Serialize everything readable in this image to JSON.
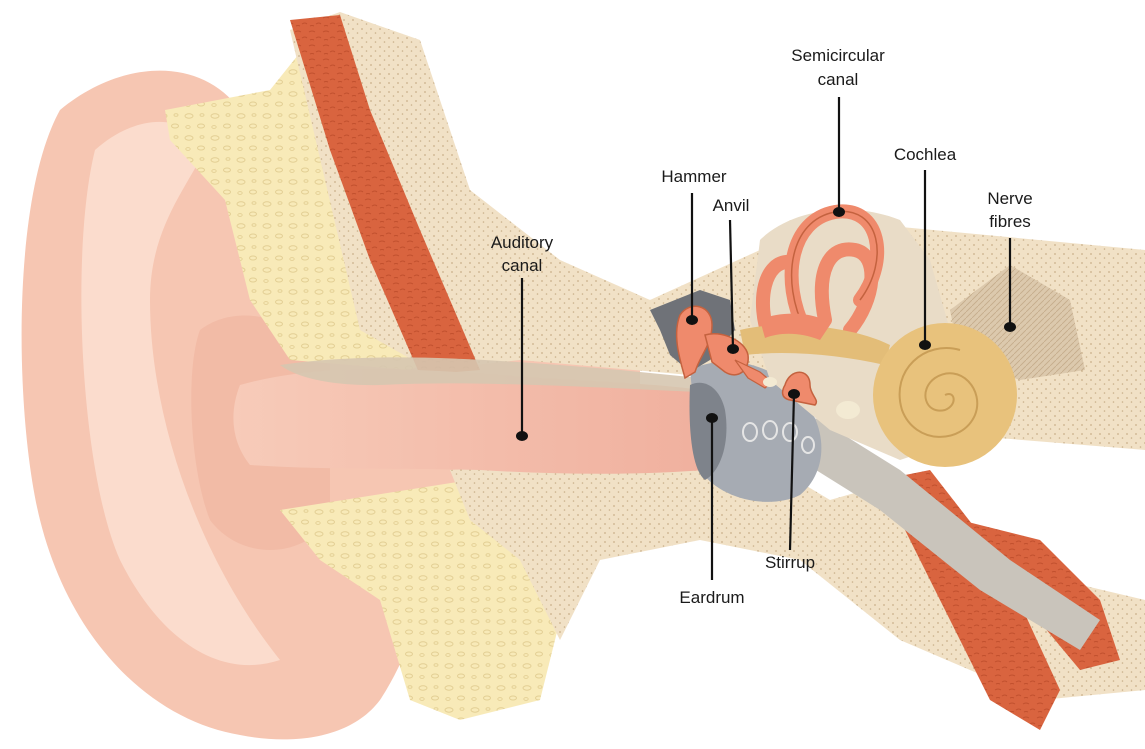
{
  "labels": {
    "semicircular_canal": [
      "Semicircular",
      "canal"
    ],
    "cochlea": "Cochlea",
    "hammer": "Hammer",
    "anvil": "Anvil",
    "nerve_fibres": [
      "Nerve",
      "fibres"
    ],
    "auditory_canal": [
      "Auditory",
      "canal"
    ],
    "stirrup": "Stirrup",
    "eardrum": "Eardrum"
  },
  "colors": {
    "skin": "#f6c6b2",
    "skin_light": "#fbdccd",
    "skin_dark": "#eeb39d",
    "canal": "#f3b9a8",
    "bone": "#f8eab8",
    "bone_pattern": "#ead8a0",
    "tissue": "#f1e1c6",
    "tissue_dot": "#c9b08a",
    "muscle": "#d9643f",
    "ossicle": "#ef8a6c",
    "cochlea": "#e8c27c",
    "middle_ear": "#9fa6b0",
    "grey_dark": "#6f7278",
    "nerve": "#d8c3a6",
    "leader": "#111111"
  }
}
